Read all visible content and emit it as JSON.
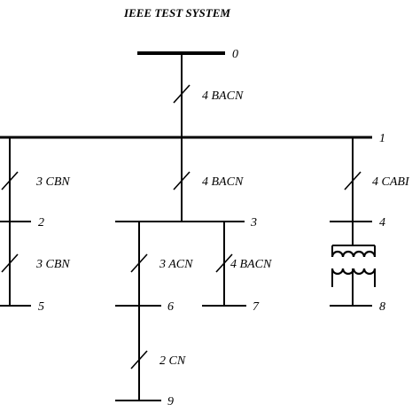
{
  "title": "IEEE TEST SYSTEM",
  "buses": {
    "b0": "0",
    "b1": "1",
    "b2": "2",
    "b3": "3",
    "b4": "4",
    "b5": "5",
    "b6": "6",
    "b7": "7",
    "b8": "8",
    "b9": "9"
  },
  "lines": {
    "l01": "4  BACN",
    "l12": "3  CBN",
    "l13": "4  BACN",
    "l14": "4  CABI",
    "l25": "3  CBN",
    "l36": "3  ACN",
    "l37": "4  BACN",
    "l69": "2  CN"
  }
}
